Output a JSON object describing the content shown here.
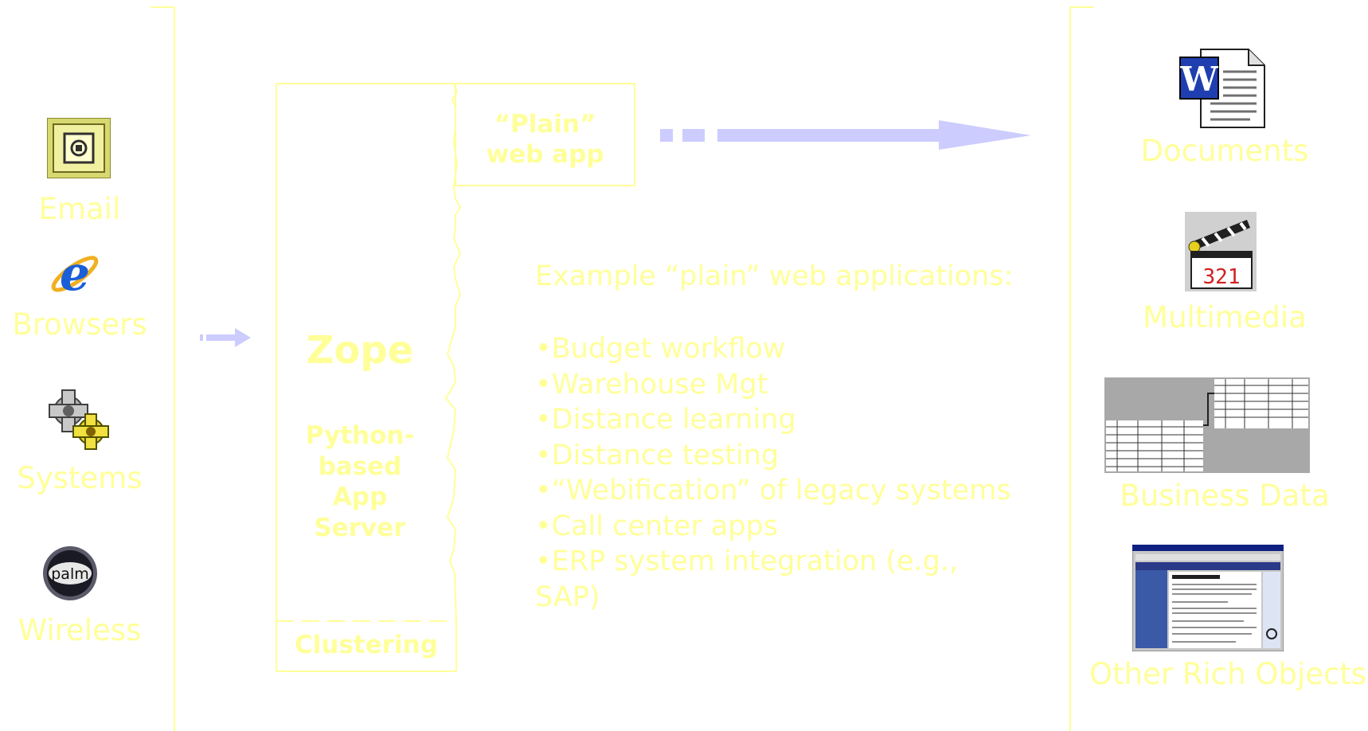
{
  "left": {
    "items": [
      {
        "label": "Email",
        "icon": "email-icon"
      },
      {
        "label": "Browsers",
        "icon": "internet-explorer-icon"
      },
      {
        "label": "Systems",
        "icon": "gears-icon"
      },
      {
        "label": "Wireless",
        "icon": "palm-icon"
      }
    ],
    "palm_logo_text": "palm"
  },
  "center": {
    "plain_app_line1": "“Plain”",
    "plain_app_line2": "web app",
    "zope": "Zope",
    "server_line1": "Python-",
    "server_line2": "based",
    "server_line3": "App",
    "server_line4": "Server",
    "clustering": "Clustering"
  },
  "examples": {
    "heading": "Example “plain” web applications:",
    "items": [
      "•Budget workflow",
      "•Warehouse Mgt",
      "•Distance learning",
      "•Distance testing",
      "•“Webification” of legacy systems",
      "•Call center apps",
      "•ERP system integration (e.g.,",
      "SAP)"
    ]
  },
  "right": {
    "items": [
      {
        "label": "Documents",
        "icon": "word-document-icon"
      },
      {
        "label": "Multimedia",
        "icon": "clapperboard-icon"
      },
      {
        "label": "Business Data",
        "icon": "spreadsheet-icon"
      },
      {
        "label": "Other Rich Objects",
        "icon": "web-page-icon"
      }
    ],
    "clapper_digits": "321"
  },
  "colors": {
    "label_yellow": "#ffff99",
    "arrow_lavender": "#ccccff",
    "line_yellow": "#ffff99"
  }
}
